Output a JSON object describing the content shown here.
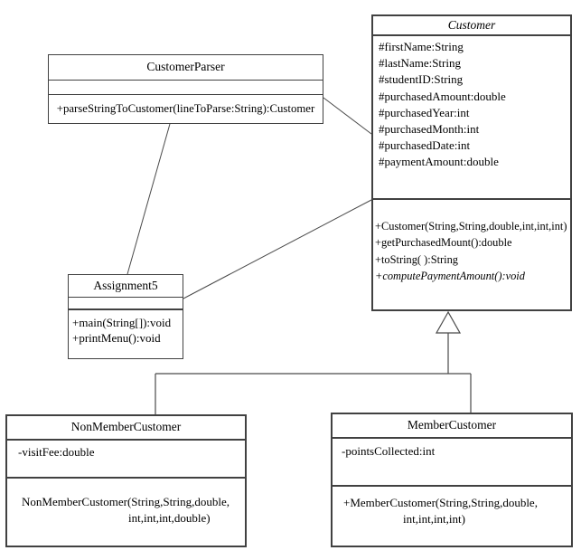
{
  "diagram": {
    "type": "uml-class-diagram",
    "background_color": "#ffffff",
    "line_color": "#4a4a4a"
  },
  "classes": {
    "customer": {
      "name": "Customer",
      "abstract": true,
      "attributes": [
        "#firstName:String",
        "#lastName:String",
        "#studentID:String",
        "#purchasedAmount:double",
        "#purchasedYear:int",
        "#purchasedMonth:int",
        "#purchasedDate:int",
        "#paymentAmount:double"
      ],
      "methods": [
        "+Customer(String,String,double,int,int,int)",
        "+getPurchasedMount():double",
        "+toString( ):String",
        "+computePaymentAmount():void"
      ]
    },
    "customer_parser": {
      "name": "CustomerParser",
      "attributes": [],
      "methods": [
        "+parseStringToCustomer(lineToParse:String):Customer"
      ]
    },
    "assignment5": {
      "name": "Assignment5",
      "attributes": [],
      "methods": [
        "+main(String[]):void",
        "+printMenu():void"
      ]
    },
    "non_member_customer": {
      "name": "NonMemberCustomer",
      "attributes": [
        "-visitFee:double"
      ],
      "methods": [
        {
          "line1": "NonMemberCustomer(String,String,double,",
          "line2": "int,int,int,double)"
        }
      ]
    },
    "member_customer": {
      "name": "MemberCustomer",
      "attributes": [
        "-pointsCollected:int"
      ],
      "methods": [
        {
          "line1": "+MemberCustomer(String,String,double,",
          "line2": "int,int,int,int)"
        }
      ]
    }
  },
  "relationships": [
    {
      "type": "association",
      "from": "CustomerParser",
      "to": "Customer"
    },
    {
      "type": "association",
      "from": "CustomerParser",
      "to": "Assignment5"
    },
    {
      "type": "association",
      "from": "Assignment5",
      "to": "Customer"
    },
    {
      "type": "generalization",
      "from": "NonMemberCustomer",
      "to": "Customer"
    },
    {
      "type": "generalization",
      "from": "MemberCustomer",
      "to": "Customer"
    }
  ]
}
